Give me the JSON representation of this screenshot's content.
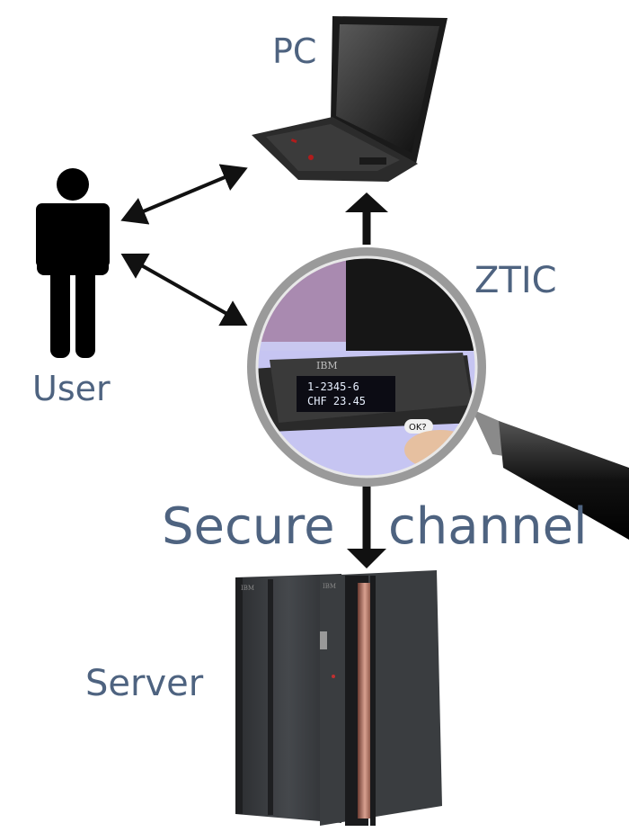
{
  "labels": {
    "pc": "PC",
    "ztic": "ZTIC",
    "user": "User",
    "server": "Server",
    "secure": "Secure",
    "channel": "channel"
  },
  "device": {
    "brand": "IBM",
    "line1": "1-2345-6",
    "line2": "CHF 23.45",
    "ok_button": "OK?"
  },
  "server_badges": {
    "left": "IBM",
    "right": "IBM"
  },
  "colors": {
    "label_text": "#4e6380",
    "arrow": "#111111",
    "server_body": "#3a3d40",
    "lens_bg": "#c9c8f0"
  },
  "icons": [
    "person-icon",
    "laptop-icon",
    "magnifier-icon",
    "mainframe-server-icon"
  ]
}
